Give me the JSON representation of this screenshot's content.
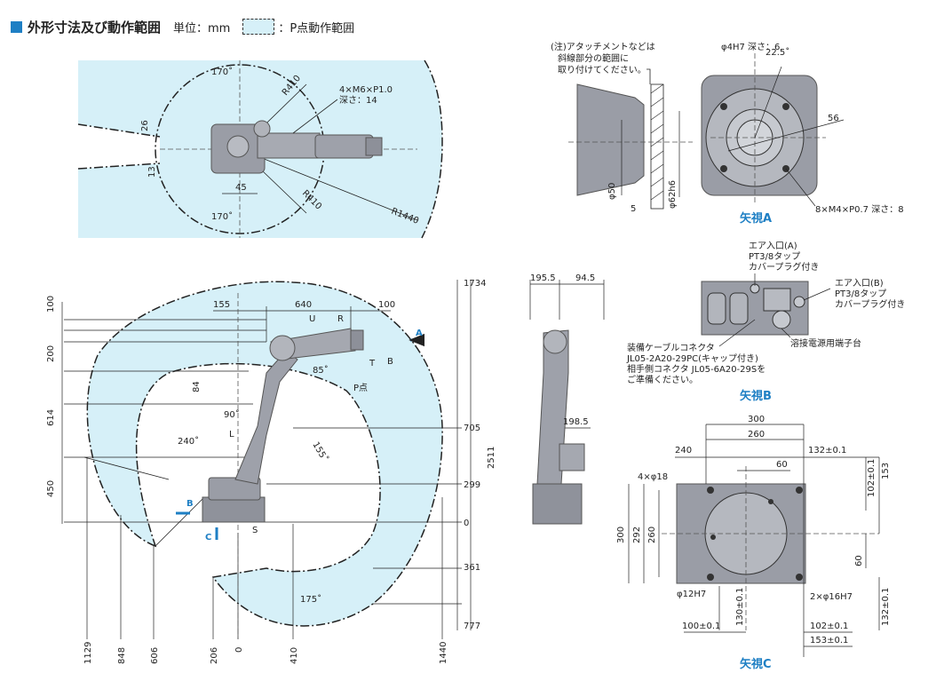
{
  "header": {
    "title": "外形寸法及び動作範囲",
    "unit": "単位：mm",
    "legend_label": "：P点動作範囲"
  },
  "colors": {
    "accent": "#1e7fc4",
    "area": "#d6f0f8",
    "robot": "#9a9da6"
  },
  "top_view": {
    "angle_top": "170˚",
    "angle_bottom": "170˚",
    "r410_top": "R410",
    "r410_bottom": "R410",
    "r1440": "R1440",
    "dim_26": "26",
    "dim_13": "13",
    "dim_45": "45",
    "flange_note_1": "4×M6×P1.0",
    "flange_note_2": "深さ：14"
  },
  "side_view": {
    "h100": "100",
    "h200": "200",
    "h84": "84",
    "h614": "614",
    "h450": "450",
    "w155": "155",
    "w640": "640",
    "w100": "100",
    "U": "U",
    "R": "R",
    "T": "T",
    "B_axis": "B",
    "pten": "P点",
    "L": "L",
    "S": "S",
    "a85": "85˚",
    "a90": "90˚",
    "a240": "240˚",
    "a155": "155˚",
    "a175": "175˚",
    "arrow_A": "A",
    "arrow_B": "B",
    "arrow_C": "C",
    "right_1734": "1734",
    "right_705": "705",
    "right_299": "299",
    "right_0": "0",
    "right_361": "361",
    "right_777": "777",
    "right_2511": "2511",
    "bottom_1129": "1129",
    "bottom_848": "848",
    "bottom_606": "606",
    "bottom_206": "206",
    "bottom_0": "0",
    "bottom_410": "410",
    "bottom_1440": "1440"
  },
  "front_view": {
    "w195": "195.5",
    "w94": "94.5",
    "w198": "198.5"
  },
  "view_a": {
    "note_1": "(注)アタッチメントなどは",
    "note_2": "斜線部分の範囲に",
    "note_3": "取り付けてください。",
    "hole": "φ4H7 深さ：6",
    "angle": "22.5˚",
    "d56": "56",
    "d50": "φ50",
    "d62": "φ62h6",
    "d5": "5",
    "screw": "8×M4×P0.7 深さ：8",
    "label": "矢視A"
  },
  "view_b": {
    "air_a_1": "エア入口(A)",
    "air_a_2": "PT3/8タップ",
    "air_a_3": "カバープラグ付き",
    "air_b_1": "エア入口(B)",
    "air_b_2": "PT3/8タップ",
    "air_b_3": "カバープラグ付き",
    "conn_1": "装備ケーブルコネクタ",
    "conn_2": "JL05-2A20-29PC(キャップ付き)",
    "conn_3": "相手側コネクタ JL05-6A20-29Sを",
    "conn_4": "ご準備ください。",
    "weld": "溶接電源用端子台",
    "label": "矢視B"
  },
  "view_c": {
    "w300": "300",
    "w260": "260",
    "w240": "240",
    "w60": "60",
    "w132": "132±0.1",
    "h102": "102±0.1",
    "h153": "153",
    "holes": "4×φ18",
    "h300": "300",
    "h292": "292",
    "h260": "260",
    "h60": "60",
    "d12": "φ12H7",
    "d16": "2×φ16H7",
    "h130": "130±0.1",
    "h132": "132±0.1",
    "w100": "100±0.1",
    "w102": "102±0.1",
    "w153": "153±0.1",
    "label": "矢視C"
  }
}
